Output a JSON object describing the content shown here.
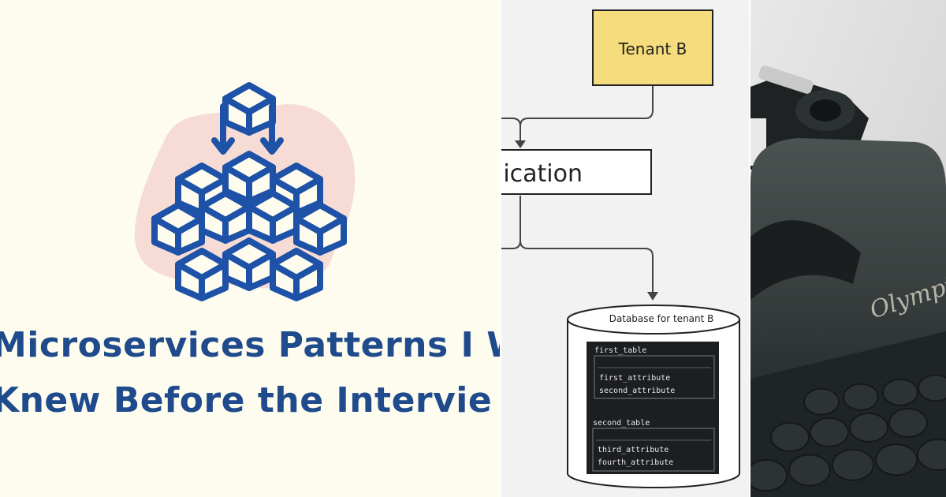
{
  "headline": {
    "line1": "Microservices Patterns I W",
    "line2": "Knew Before the Intervie"
  },
  "diagram": {
    "tenant_label": "Tenant B",
    "app_label": "lication",
    "db_label": "Database for tenant B",
    "tables": [
      {
        "name": "first_table",
        "attributes": [
          "first_attribute",
          "second_attribute"
        ]
      },
      {
        "name": "second_table",
        "attributes": [
          "third_attribute",
          "fourth_attribute"
        ]
      }
    ]
  },
  "photo": {
    "brand_text": "Olympia"
  },
  "colors": {
    "bg_cream": "#fdfcef",
    "brand_blue": "#1f4a8c",
    "icon_blue": "#1d52a8",
    "blob_pink": "#f6dcd4",
    "tenant_yellow": "#f5dc7c",
    "diagram_bg": "#f2f2f2"
  }
}
